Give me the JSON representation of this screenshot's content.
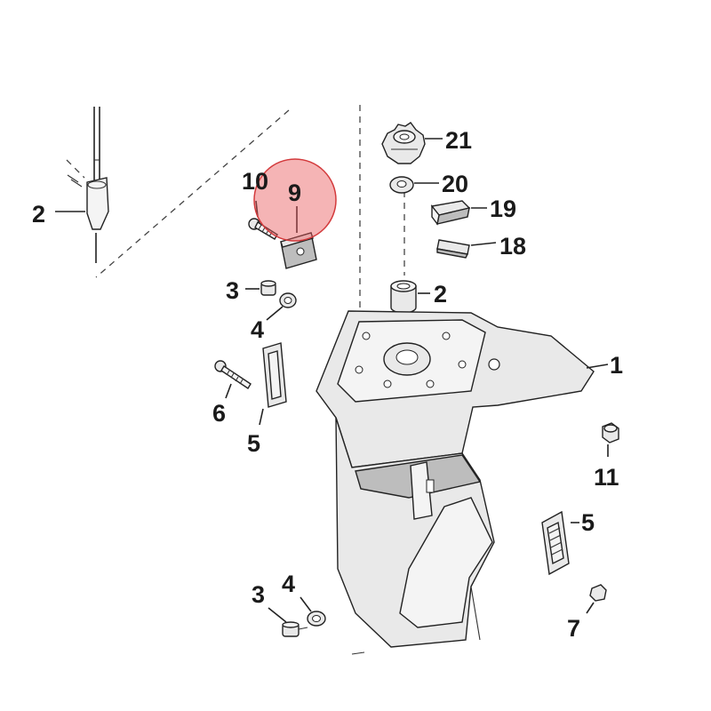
{
  "highlight_color": "#e8585a",
  "labels": [
    {
      "id": "lbl-1",
      "text": "1"
    },
    {
      "id": "lbl-2-left",
      "text": "2"
    },
    {
      "id": "lbl-2-right",
      "text": "2"
    },
    {
      "id": "lbl-3-top",
      "text": "3"
    },
    {
      "id": "lbl-3-bottom",
      "text": "3"
    },
    {
      "id": "lbl-4-top",
      "text": "4"
    },
    {
      "id": "lbl-4-bottom",
      "text": "4"
    },
    {
      "id": "lbl-5-left",
      "text": "5"
    },
    {
      "id": "lbl-5-right",
      "text": "5"
    },
    {
      "id": "lbl-6",
      "text": "6"
    },
    {
      "id": "lbl-7",
      "text": "7"
    },
    {
      "id": "lbl-9",
      "text": "9"
    },
    {
      "id": "lbl-10",
      "text": "10"
    },
    {
      "id": "lbl-11",
      "text": "11"
    },
    {
      "id": "lbl-18",
      "text": "18"
    },
    {
      "id": "lbl-19",
      "text": "19"
    },
    {
      "id": "lbl-20",
      "text": "20"
    },
    {
      "id": "lbl-21",
      "text": "21"
    }
  ]
}
